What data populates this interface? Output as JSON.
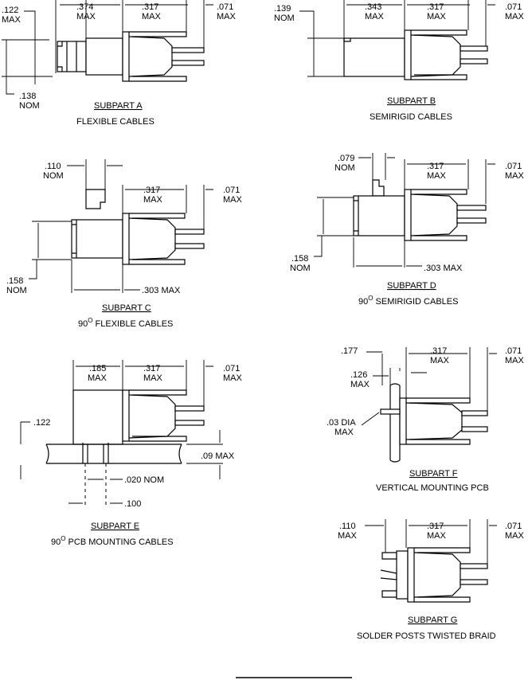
{
  "panels": {
    "a": {
      "title": "SUBPART  A",
      "subtitle": "FLEXIBLE CABLES",
      "dims": [
        ".122",
        "MAX",
        ".374",
        "MAX",
        ".317",
        "MAX",
        ".071",
        "MAX",
        ".138",
        "NOM"
      ]
    },
    "b": {
      "title": "SUBPART  B",
      "subtitle": "SEMIRIGID CABLES",
      "dims": [
        ".139",
        "NOM",
        ".343",
        "MAX",
        ".317",
        "MAX",
        ".071",
        "MAX"
      ]
    },
    "c": {
      "title": "SUBPART  C",
      "subtitle_deg": "90",
      "subtitle_sup": "O",
      "subtitle": " FLEXIBLE CABLES",
      "dims": [
        ".110",
        "NOM",
        ".317",
        "MAX",
        ".071",
        "MAX",
        ".158",
        "NOM",
        ".303 MAX"
      ]
    },
    "d": {
      "title": "SUBPART  D",
      "subtitle_deg": "90",
      "subtitle_sup": "O",
      "subtitle": " SEMIRIGID CABLES",
      "dims": [
        ".079",
        "NOM",
        ".317",
        "MAX",
        ".071",
        "MAX",
        ".158",
        "NOM",
        ".303 MAX"
      ]
    },
    "e": {
      "title": "SUBPART  E",
      "subtitle_deg": "90",
      "subtitle_sup": "O",
      "subtitle": " PCB MOUNTING CABLES",
      "dims": [
        ".185",
        "MAX",
        ".317",
        "MAX",
        ".071",
        "MAX",
        ".122",
        ".09 MAX",
        ".020 NOM",
        ".100"
      ]
    },
    "f": {
      "title": "SUBPART  F",
      "subtitle": "VERTICAL MOUNTING PCB",
      "dims": [
        ".177",
        ".317",
        "MAX",
        ".071",
        "MAX",
        ".126",
        "MAX",
        ".03 DIA",
        "MAX"
      ]
    },
    "g": {
      "title": "SUBPART  G",
      "subtitle": "SOLDER POSTS TWISTED BRAID",
      "dims": [
        ".110",
        "MAX",
        ".317",
        "MAX",
        ".071",
        "MAX"
      ]
    }
  }
}
